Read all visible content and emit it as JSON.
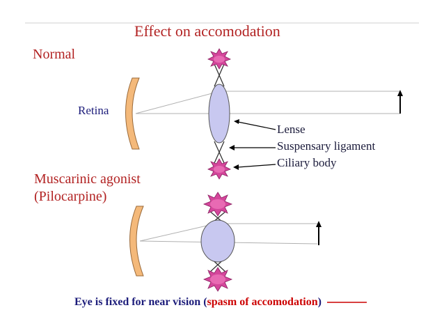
{
  "title": "Effect on accomodation",
  "sections": {
    "normal": "Normal",
    "agonist_line1": "Muscarinic agonist",
    "agonist_line2": "(Pilocarpine)"
  },
  "labels": {
    "retina": "Retina",
    "lense": "Lense",
    "suspensary": "Suspensary ligament",
    "ciliary": "Ciliary body"
  },
  "footer": {
    "prefix": "Eye is fixed for near vision (",
    "highlight": "spasm of accomodation",
    "suffix": ")"
  },
  "colors": {
    "title": "#b22222",
    "lens_fill": "#c8c8f0",
    "retina_fill": "#f4b97a",
    "ciliary_fill": "#d4469b",
    "footer_text": "#1c1c7a",
    "footer_highlight": "#cc0000"
  }
}
